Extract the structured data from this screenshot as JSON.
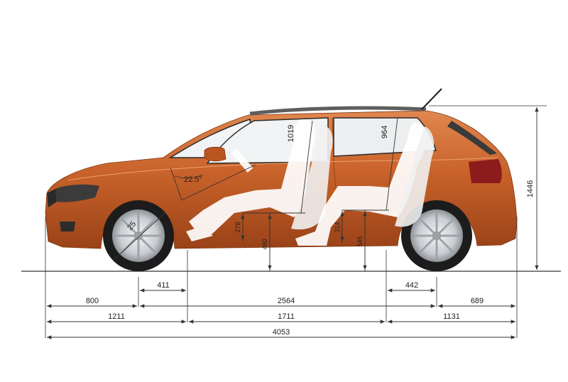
{
  "diagram": {
    "colors": {
      "body": "#c8622a",
      "body_dark": "#9a4218",
      "body_light": "#e0874f",
      "glass": "#f3f4f5",
      "tire": "#1c1c1c",
      "rim": "#d9dcdf",
      "line": "#333333",
      "mannequin": "#ffffff"
    },
    "overall_dimensions": {
      "length": "4053",
      "height": "1446",
      "wheelbase": "2564",
      "front_overhang": "800",
      "rear_overhang": "689",
      "front_to_seat": "1211",
      "seat_span": "1711",
      "rear_section": "1131",
      "front_axle_offset": "411",
      "rear_axle_offset": "442"
    },
    "interior_dimensions": {
      "front_headroom": "1019",
      "rear_headroom": "964",
      "windshield_angle": "22.5°",
      "approach_angle": "25"
    },
    "small_labels": {
      "front_seat_height": "278",
      "front_floor": "480",
      "rear_seat_height": "314",
      "rear_floor": "545"
    }
  }
}
